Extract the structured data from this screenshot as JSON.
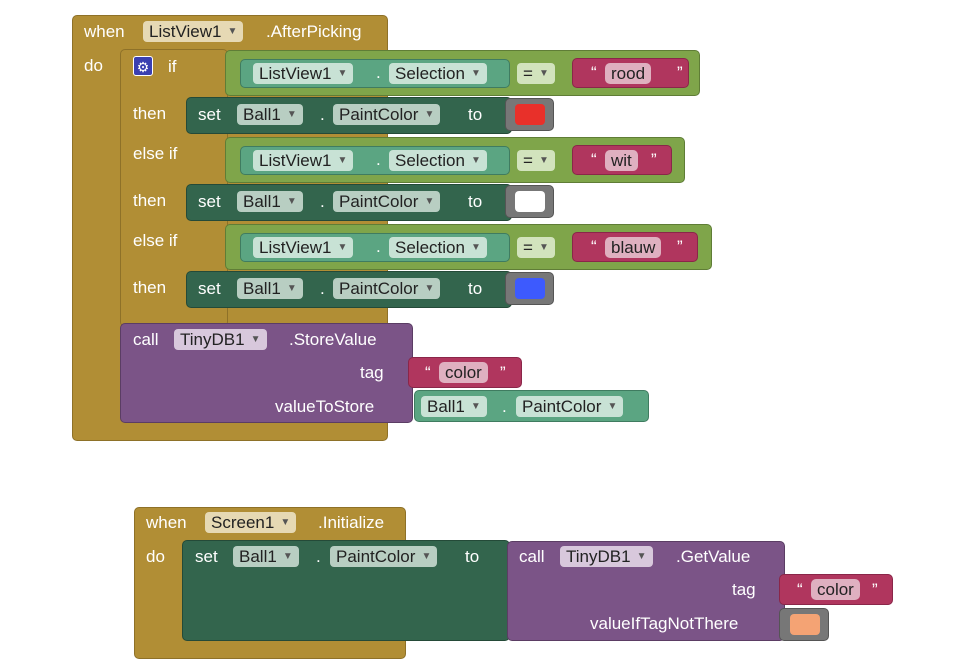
{
  "event1": {
    "when": "when",
    "component": "ListView1",
    "event": ".AfterPicking",
    "do": "do"
  },
  "if_block": {
    "if": "if",
    "then": "then",
    "else_if": "else if",
    "branches": [
      {
        "left_component": "ListView1",
        "left_property": "Selection",
        "operator": "=",
        "value": "rood",
        "set": "set",
        "target": "Ball1",
        "property": "PaintColor",
        "to": "to",
        "color": "#e8302a"
      },
      {
        "left_component": "ListView1",
        "left_property": "Selection",
        "operator": "=",
        "value": "wit",
        "set": "set",
        "target": "Ball1",
        "property": "PaintColor",
        "to": "to",
        "color": "#ffffff"
      },
      {
        "left_component": "ListView1",
        "left_property": "Selection",
        "operator": "=",
        "value": "blauw",
        "set": "set",
        "target": "Ball1",
        "property": "PaintColor",
        "to": "to",
        "color": "#3d5afe"
      }
    ]
  },
  "store": {
    "call": "call",
    "component": "TinyDB1",
    "method": ".StoreValue",
    "tag_label": "tag",
    "tag_value": "color",
    "value_label": "valueToStore",
    "value_component": "Ball1",
    "value_property": "PaintColor"
  },
  "event2": {
    "when": "when",
    "component": "Screen1",
    "event": ".Initialize",
    "do": "do",
    "set": "set",
    "target": "Ball1",
    "property": "PaintColor",
    "to": "to",
    "call": "call",
    "call_component": "TinyDB1",
    "call_method": ".GetValue",
    "tag_label": "tag",
    "tag_value": "color",
    "default_label": "valueIfTagNotThere",
    "default_color": "#f4a374"
  },
  "quote_open": "“",
  "quote_close": "”",
  "caret": "▼",
  "gear_glyph": "⚙",
  "dot": "."
}
